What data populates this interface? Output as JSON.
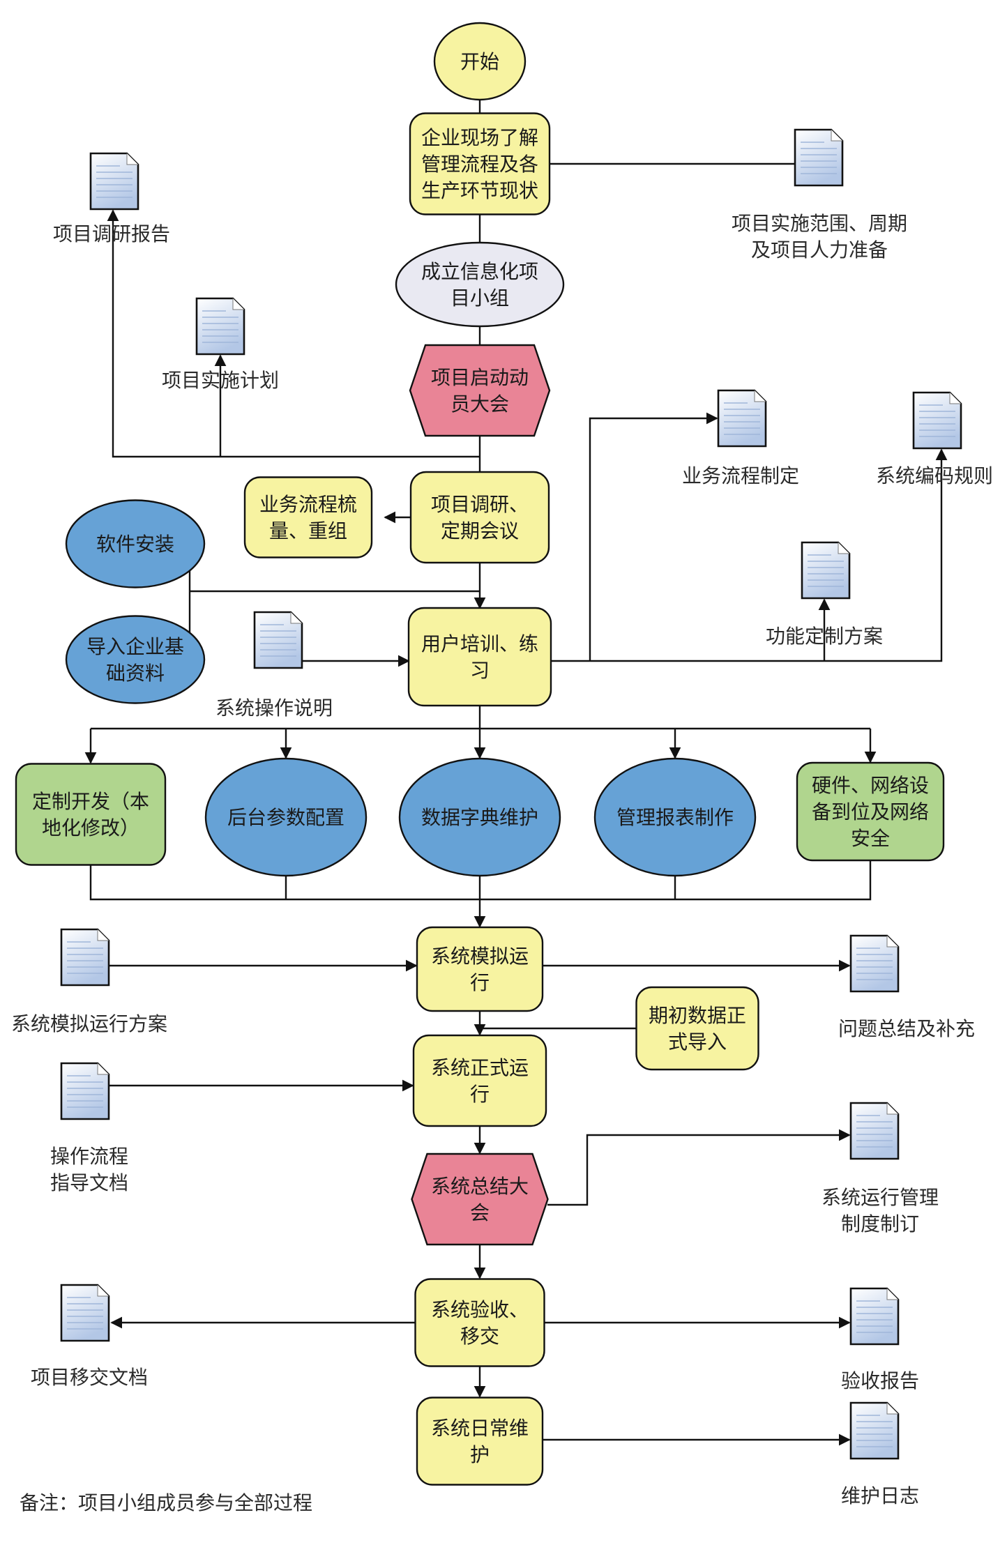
{
  "title": "信息化项目实施流程图",
  "colors": {
    "yellow": "#f7f3a1",
    "lavender": "#e9e9f2",
    "pink": "#e98496",
    "blue": "#66a2d6",
    "green": "#b0d58e",
    "doc_top": "#ffffff",
    "doc_bottom": "#b8cbe8",
    "line": "#111111"
  },
  "nodes": {
    "start": {
      "shape": "ellipse",
      "color": "yellow",
      "lines": [
        "开始"
      ]
    },
    "survey": {
      "shape": "rounded",
      "color": "yellow",
      "lines": [
        "企业现场了解",
        "管理流程及各",
        "生产环节现状"
      ]
    },
    "team": {
      "shape": "ellipse",
      "color": "lavender",
      "lines": [
        "成立信息化项",
        "目小组"
      ]
    },
    "kickoff": {
      "shape": "hexagon",
      "color": "pink",
      "lines": [
        "项目启动动",
        "员大会"
      ]
    },
    "research": {
      "shape": "rounded",
      "color": "yellow",
      "lines": [
        "项目调研、",
        "定期会议"
      ]
    },
    "bizflow": {
      "shape": "rounded",
      "color": "yellow",
      "lines": [
        "业务流程梳",
        "量、重组"
      ]
    },
    "install": {
      "shape": "ellipse",
      "color": "blue",
      "lines": [
        "软件安装"
      ]
    },
    "import_base": {
      "shape": "ellipse",
      "color": "blue",
      "lines": [
        "导入企业基",
        "础资料"
      ]
    },
    "training": {
      "shape": "rounded",
      "color": "yellow",
      "lines": [
        "用户培训、练",
        "习"
      ]
    },
    "custom_dev": {
      "shape": "rounded",
      "color": "green",
      "lines": [
        "定制开发（本",
        "地化修改）"
      ]
    },
    "params": {
      "shape": "ellipse",
      "color": "blue",
      "lines": [
        "后台参数配置"
      ]
    },
    "dictionary": {
      "shape": "ellipse",
      "color": "blue",
      "lines": [
        "数据字典维护"
      ]
    },
    "reports": {
      "shape": "ellipse",
      "color": "blue",
      "lines": [
        "管理报表制作"
      ]
    },
    "hardware": {
      "shape": "rounded",
      "color": "green",
      "lines": [
        "硬件、网络设",
        "备到位及网络",
        "安全"
      ]
    },
    "simulate": {
      "shape": "rounded",
      "color": "yellow",
      "lines": [
        "系统模拟运",
        "行"
      ]
    },
    "initial_data": {
      "shape": "rounded",
      "color": "yellow",
      "lines": [
        "期初数据正",
        "式导入"
      ]
    },
    "golive": {
      "shape": "rounded",
      "color": "yellow",
      "lines": [
        "系统正式运",
        "行"
      ]
    },
    "summary": {
      "shape": "hexagon",
      "color": "pink",
      "lines": [
        "系统总结大",
        "会"
      ]
    },
    "acceptance": {
      "shape": "rounded",
      "color": "yellow",
      "lines": [
        "系统验收、",
        "移交"
      ]
    },
    "maintenance": {
      "shape": "rounded",
      "color": "yellow",
      "lines": [
        "系统日常维",
        "护"
      ]
    }
  },
  "documents": {
    "research_report": {
      "label": [
        "项目调研报告"
      ]
    },
    "scope": {
      "label": [
        "项目实施范围、周期",
        "及项目人力准备"
      ]
    },
    "plan": {
      "label": [
        "项目实施计划"
      ]
    },
    "bizflow_def": {
      "label": [
        "业务流程制定"
      ]
    },
    "coding_rules": {
      "label": [
        "系统编码规则"
      ]
    },
    "custom_plan": {
      "label": [
        "功能定制方案"
      ]
    },
    "op_manual": {
      "label": [
        "系统操作说明"
      ]
    },
    "sim_plan": {
      "label": [
        "系统模拟运行方案"
      ]
    },
    "issues": {
      "label": [
        "问题总结及补充"
      ]
    },
    "op_guide": {
      "label": [
        "操作流程",
        "指导文档"
      ]
    },
    "mgmt_rules": {
      "label": [
        "系统运行管理",
        "制度制订"
      ]
    },
    "handover_docs": {
      "label": [
        "项目移交文档"
      ]
    },
    "acceptance_report": {
      "label": [
        "验收报告"
      ]
    },
    "maint_log": {
      "label": [
        "维护日志"
      ]
    }
  },
  "note": "备注：项目小组成员参与全部过程"
}
